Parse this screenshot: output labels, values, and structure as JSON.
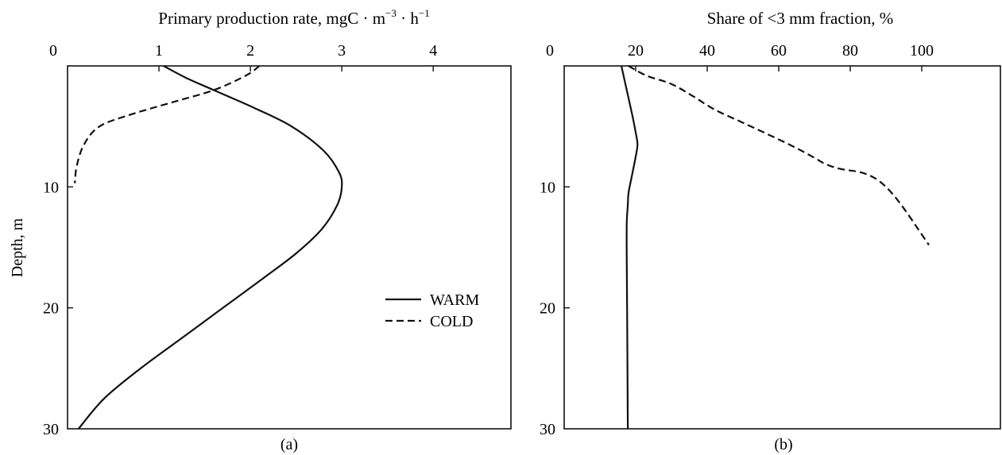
{
  "chart_data": [
    {
      "type": "line",
      "panel_label": "(a)",
      "title_parts": {
        "text": "Primary production rate, mgC · m",
        "exp1": "−3",
        "mid": " · h",
        "exp2": "−1"
      },
      "ylabel": "Depth, m",
      "xlim": [
        0,
        4.85
      ],
      "ylim": [
        0,
        30
      ],
      "y_inverted": true,
      "x_axis_position": "top",
      "x_ticks": [
        0,
        1,
        2,
        3,
        4
      ],
      "x_tick_labels": [
        "0",
        "1",
        "2",
        "3",
        "4"
      ],
      "y_ticks": [
        10,
        20,
        30
      ],
      "y_tick_labels": [
        "10",
        "20",
        "30"
      ],
      "legend_position": "right-middle",
      "series": [
        {
          "name": "WARM",
          "style": "solid",
          "x": [
            1.05,
            1.3,
            1.6,
            2.05,
            2.45,
            2.8,
            2.97,
            3.0,
            2.95,
            2.78,
            2.5,
            2.15,
            1.7,
            1.25,
            0.8,
            0.4,
            0.12
          ],
          "y": [
            0,
            1,
            2,
            3.5,
            5,
            7,
            8.8,
            10,
            11.5,
            13.5,
            15.5,
            17.5,
            20,
            22.5,
            25,
            27.5,
            30
          ]
        },
        {
          "name": "COLD",
          "style": "dashed",
          "x": [
            2.1,
            1.95,
            1.6,
            1.15,
            0.7,
            0.35,
            0.18,
            0.1,
            0.08
          ],
          "y": [
            0,
            0.8,
            2,
            3,
            4,
            5,
            6.5,
            8.3,
            9.7
          ]
        }
      ]
    },
    {
      "type": "line",
      "panel_label": "(b)",
      "title": "Share of <3 mm fraction, %",
      "xlim": [
        0,
        122
      ],
      "ylim": [
        0,
        30
      ],
      "y_inverted": true,
      "x_axis_position": "top",
      "x_ticks": [
        0,
        20,
        40,
        60,
        80,
        100
      ],
      "x_tick_labels": [
        "0",
        "20",
        "40",
        "60",
        "80",
        "100"
      ],
      "y_ticks": [
        10,
        20,
        30
      ],
      "y_tick_labels": [
        "10",
        "20",
        "30"
      ],
      "series": [
        {
          "style": "solid",
          "x": [
            16,
            17.5,
            19,
            20,
            20.5,
            20,
            19,
            18,
            17.8,
            17.5,
            17.5,
            17.6,
            17.7,
            17.8
          ],
          "y": [
            0,
            2,
            4,
            5.5,
            6.5,
            7.5,
            9,
            10.5,
            11.5,
            13,
            16,
            20,
            25,
            30
          ]
        },
        {
          "style": "dashed",
          "x": [
            18,
            23,
            30,
            36,
            42,
            50,
            58,
            65,
            70,
            73,
            77,
            83,
            87,
            90,
            93,
            96,
            99,
            102
          ],
          "y": [
            0,
            0.8,
            1.5,
            2.5,
            3.6,
            4.7,
            5.8,
            6.8,
            7.6,
            8.1,
            8.5,
            8.8,
            9.3,
            10,
            11,
            12.2,
            13.5,
            14.8
          ]
        }
      ]
    }
  ]
}
